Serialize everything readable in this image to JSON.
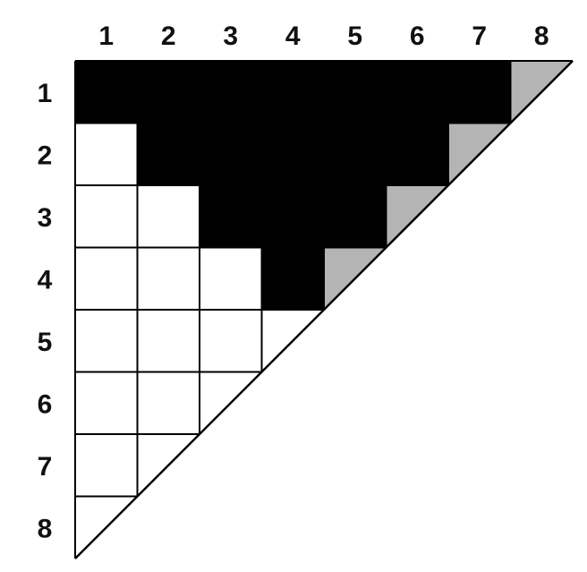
{
  "column_labels": [
    "1",
    "2",
    "3",
    "4",
    "5",
    "6",
    "7",
    "8"
  ],
  "row_labels": [
    "1",
    "2",
    "3",
    "4",
    "5",
    "6",
    "7",
    "8"
  ],
  "colors": {
    "filled": "#000000",
    "diagonal": "#b4b4b4",
    "empty": "#ffffff",
    "line": "#000000"
  },
  "cells": [
    [
      "black",
      "black",
      "black",
      "black",
      "black",
      "black",
      "black",
      "gray"
    ],
    [
      "white",
      "black",
      "black",
      "black",
      "black",
      "black",
      "gray"
    ],
    [
      "white",
      "white",
      "black",
      "black",
      "black",
      "gray"
    ],
    [
      "white",
      "white",
      "white",
      "black",
      "gray"
    ],
    [
      "white",
      "white",
      "white",
      "white"
    ],
    [
      "white",
      "white",
      "white"
    ],
    [
      "white",
      "white"
    ],
    [
      "white"
    ]
  ]
}
